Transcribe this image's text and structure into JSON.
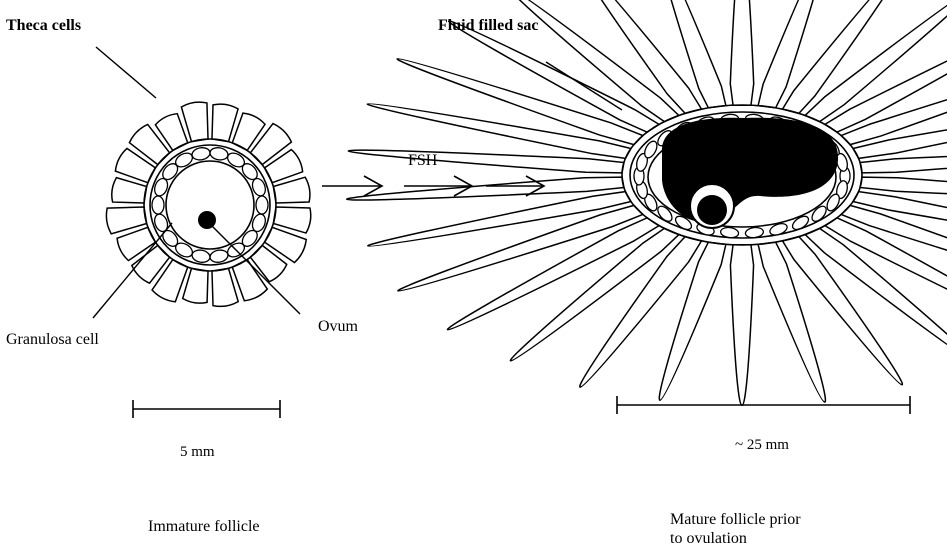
{
  "labels": {
    "theca_cells": "Theca cells",
    "fluid_filled_sac": "Fluid filled sac",
    "fsh": "FSH",
    "granulosa_cell": "Granulosa cell",
    "ovum": "Ovum",
    "scale_small": "5 mm",
    "scale_large": "~ 25 mm",
    "caption_immature": "Immature follicle",
    "caption_mature_line1": "Mature follicle prior",
    "caption_mature_line2": "to ovulation"
  },
  "colors": {
    "ink": "#000000",
    "background": "#ffffff"
  }
}
